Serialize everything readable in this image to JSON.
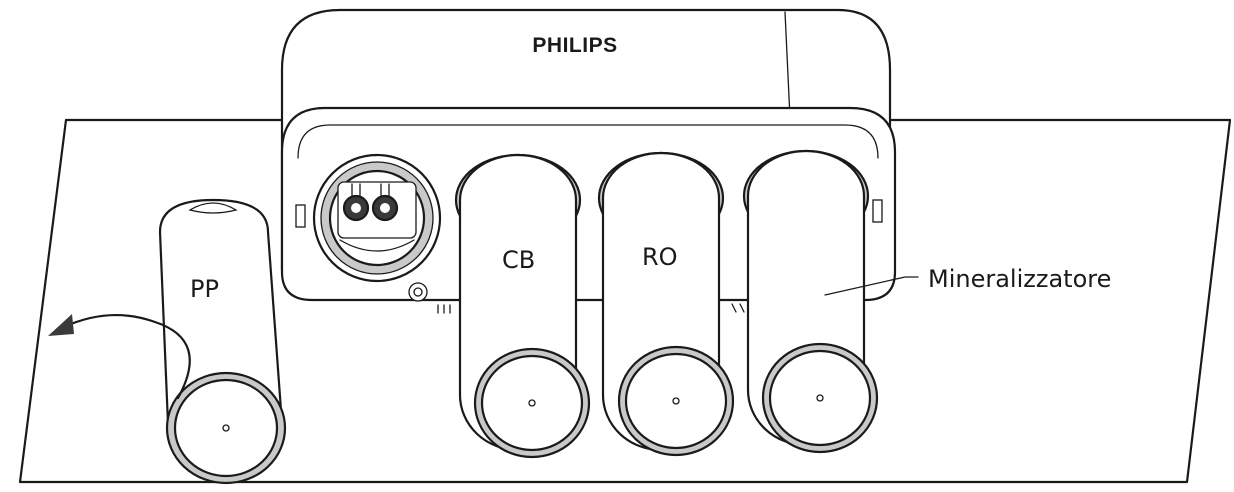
{
  "brand": "PHILIPS",
  "labels": {
    "pp": "PP",
    "cb": "CB",
    "ro": "RO",
    "mineral": "Mineralizzatore"
  },
  "colors": {
    "line": "#1a1a1a",
    "ring_gray": "#c9c9c9",
    "background": "#ffffff"
  }
}
